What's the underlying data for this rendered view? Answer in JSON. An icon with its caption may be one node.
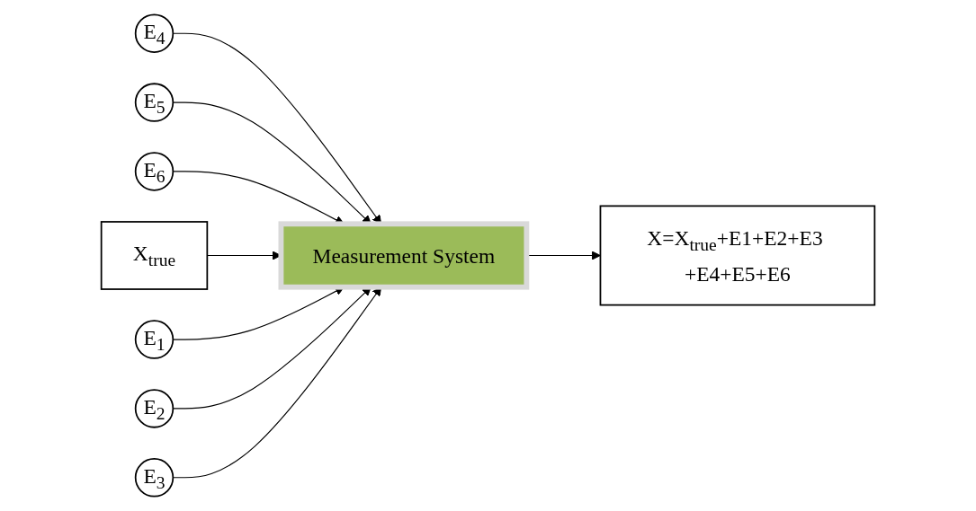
{
  "diagram": {
    "nodes": [
      {
        "text": [
          "E$_{4}$"
        ]
      },
      {
        "text": [
          "E$_{5}$"
        ]
      },
      {
        "text": [
          "E$_{6}$"
        ]
      },
      {
        "text": [
          "X$_{true}$"
        ]
      },
      {
        "text": [
          "Measurement System"
        ]
      },
      {
        "text": [
          "X=X$_{true}$+E1+E2+E3 +E4+E5+E6"
        ]
      },
      {
        "text": [
          "E$_{1}$"
        ]
      },
      {
        "text": [
          "E$_{2}$"
        ]
      },
      {
        "text": [
          "E$_{3}$"
        ]
      }
    ],
    "edges": [
      {
        "from": 0,
        "to": 4,
        "arrow": "to"
      },
      {
        "from": 1,
        "to": 4,
        "arrow": "to"
      },
      {
        "from": 2,
        "to": 4,
        "arrow": "to"
      },
      {
        "from": 3,
        "to": 4,
        "arrow": "to"
      },
      {
        "from": 4,
        "to": 5,
        "arrow": "to"
      },
      {
        "from": 6,
        "to": 4,
        "arrow": "to"
      },
      {
        "from": 7,
        "to": 4,
        "arrow": "to"
      },
      {
        "from": 8,
        "to": 4,
        "arrow": "to"
      }
    ]
  }
}
